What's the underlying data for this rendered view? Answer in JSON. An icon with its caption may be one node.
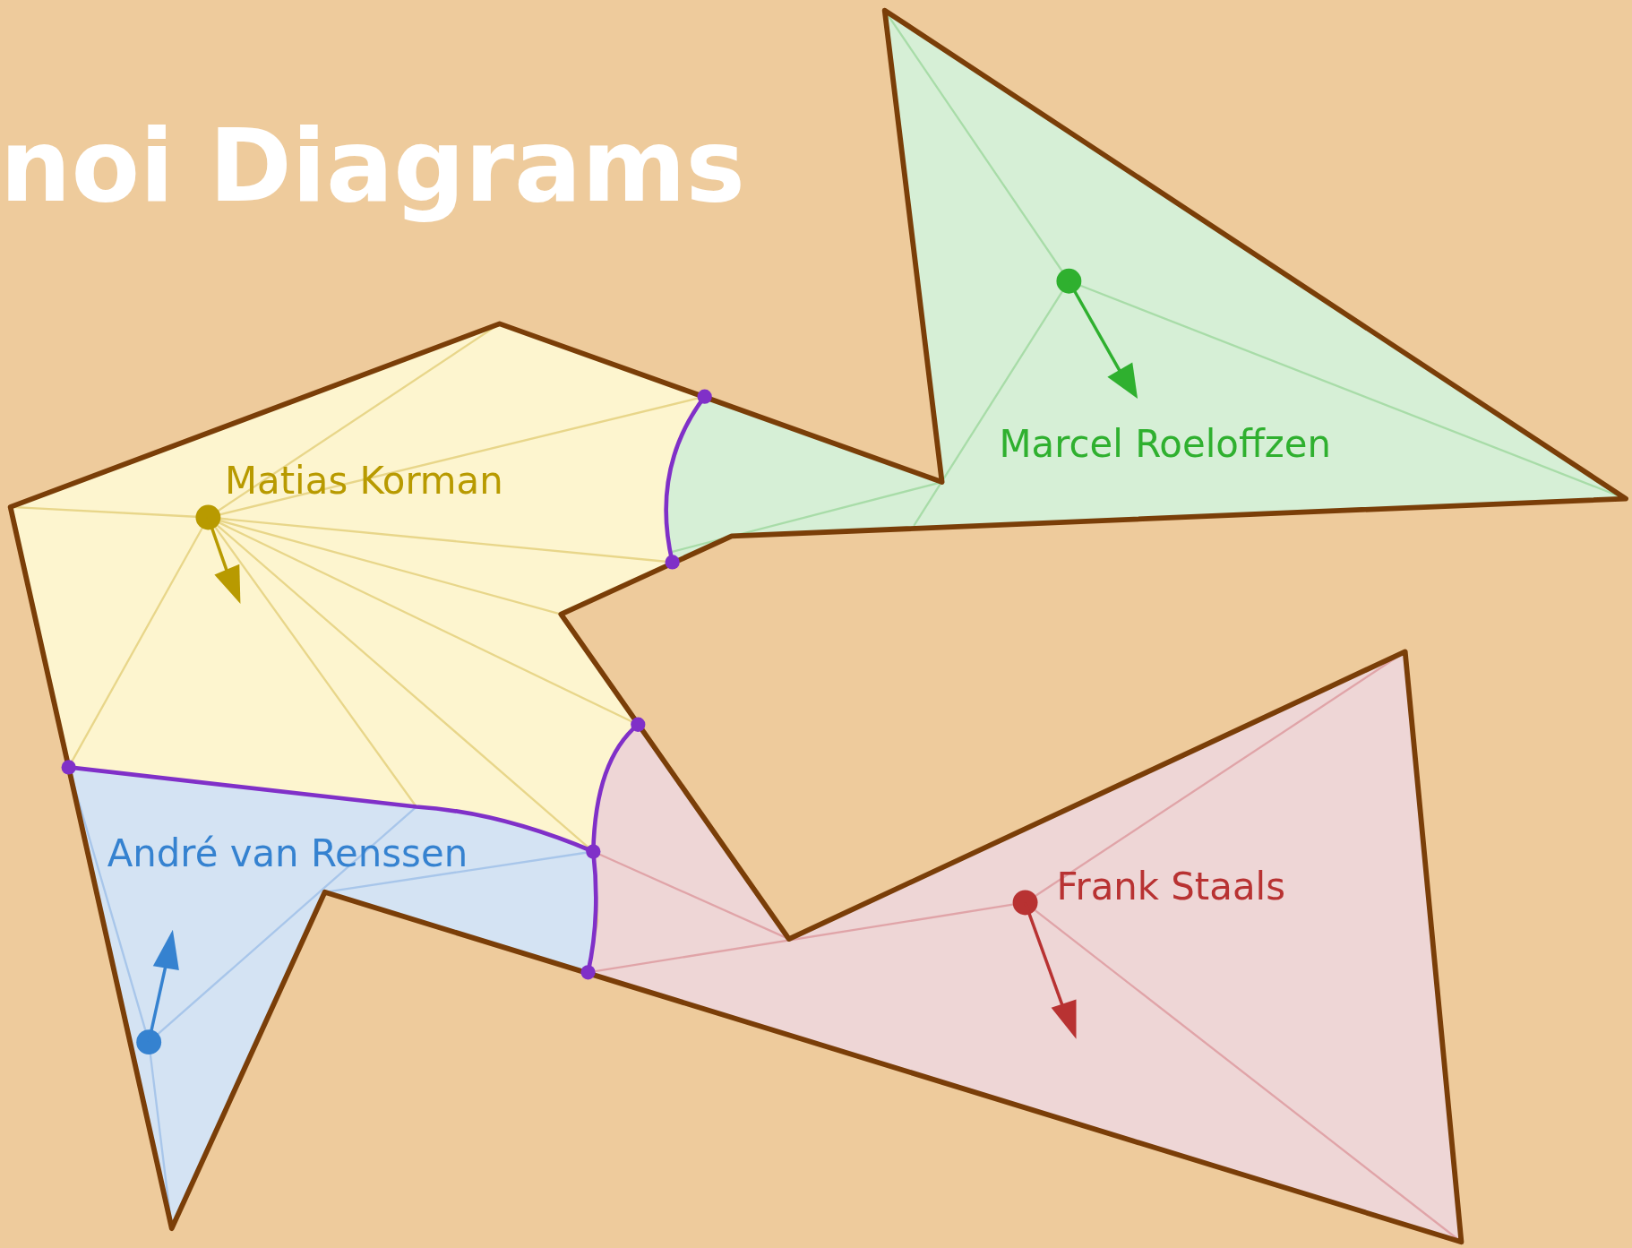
{
  "diagram": {
    "title": "noi Diagrams",
    "labels": [
      "Marcel Roeloffzen",
      "Matias Korman",
      "André van Renssen",
      "Frank Staals"
    ]
  }
}
